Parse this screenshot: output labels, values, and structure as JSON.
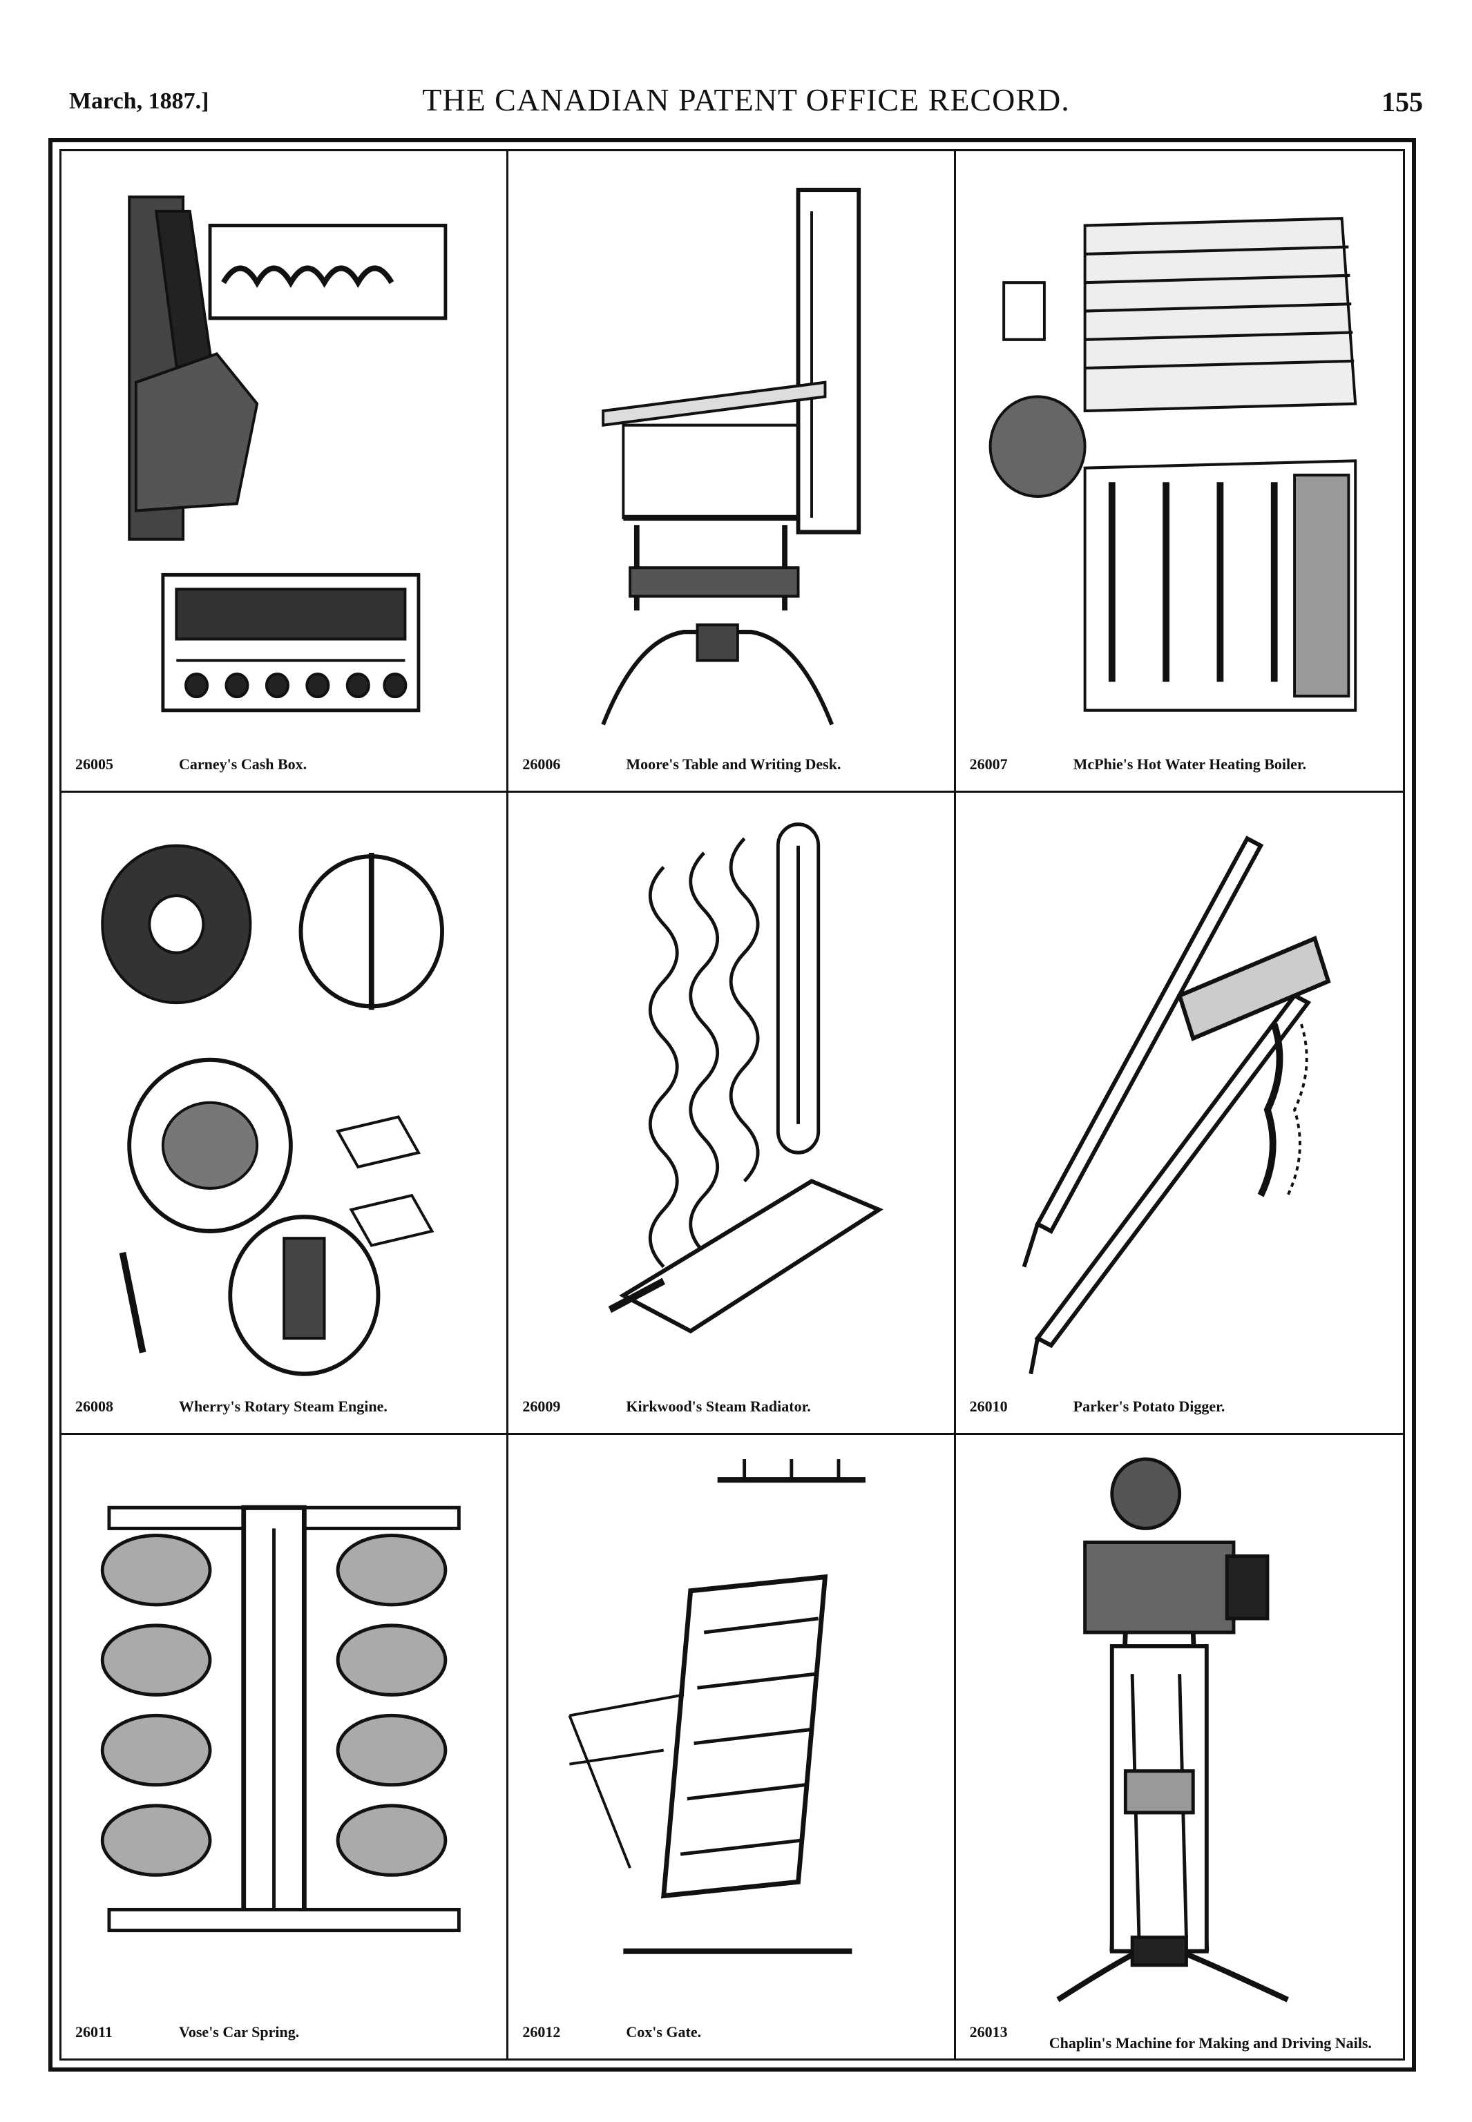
{
  "header": {
    "date": "March, 1887.]",
    "title": "THE CANADIAN PATENT OFFICE RECORD.",
    "page": "155"
  },
  "figures": [
    {
      "number": "26005",
      "title": "Carney's Cash Box.",
      "icon": "cash-box-drawing"
    },
    {
      "number": "26006",
      "title": "Moore's Table and Writing Desk.",
      "icon": "writing-desk-drawing"
    },
    {
      "number": "26007",
      "title": "McPhie's Hot Water Heating Boiler.",
      "icon": "boiler-drawing"
    },
    {
      "number": "26008",
      "title": "Wherry's Rotary Steam Engine.",
      "icon": "rotary-engine-drawing"
    },
    {
      "number": "26009",
      "title": "Kirkwood's Steam Radiator.",
      "icon": "radiator-drawing"
    },
    {
      "number": "26010",
      "title": "Parker's Potato Digger.",
      "icon": "potato-digger-drawing"
    },
    {
      "number": "26011",
      "title": "Vose's Car Spring.",
      "icon": "car-spring-drawing"
    },
    {
      "number": "26012",
      "title": "Cox's Gate.",
      "icon": "gate-drawing"
    },
    {
      "number": "26013",
      "title": "Chaplin's Machine for Making and Driving Nails.",
      "icon": "nail-machine-drawing"
    }
  ]
}
